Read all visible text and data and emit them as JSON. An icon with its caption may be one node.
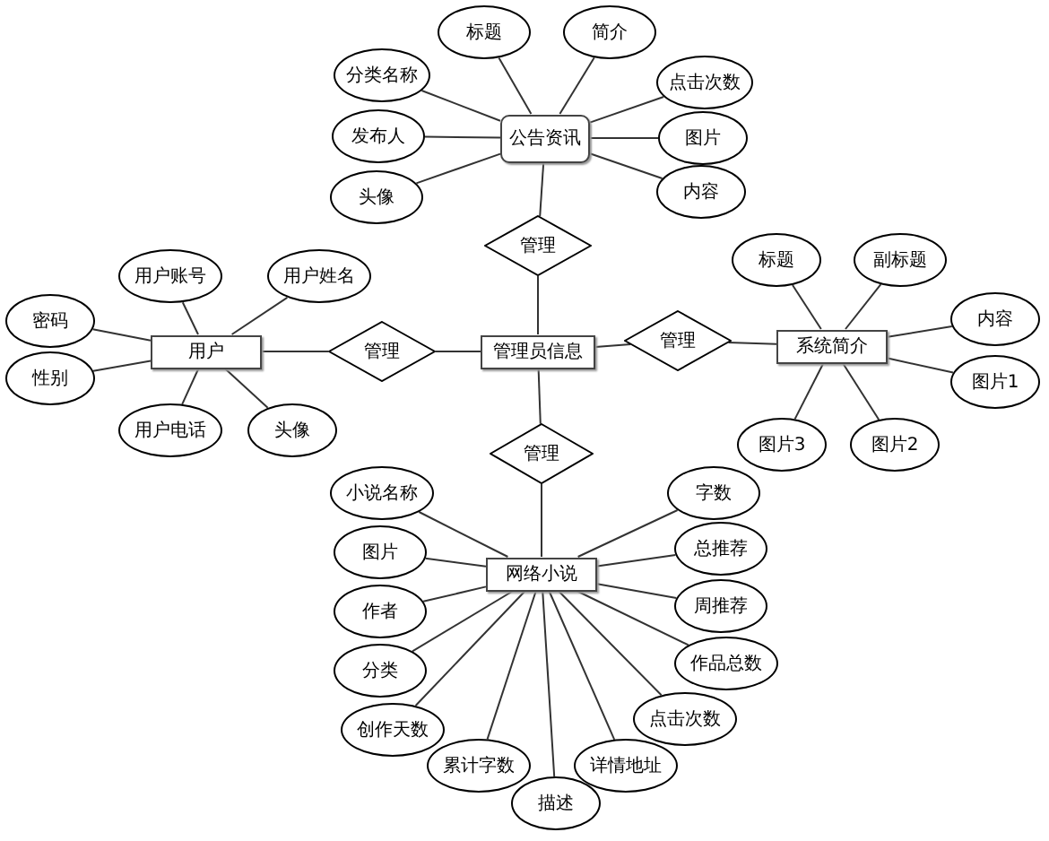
{
  "diagram": {
    "nodes": [
      {
        "text": [
          "管理员信息"
        ]
      },
      {
        "text": [
          "公告资讯"
        ]
      },
      {
        "text": [
          "管理"
        ]
      },
      {
        "text": [
          "标题"
        ]
      },
      {
        "text": [
          "简介"
        ]
      },
      {
        "text": [
          "分类名称"
        ]
      },
      {
        "text": [
          "发布人"
        ]
      },
      {
        "text": [
          "头像"
        ]
      },
      {
        "text": [
          "点击次数"
        ]
      },
      {
        "text": [
          "图片"
        ]
      },
      {
        "text": [
          "内容"
        ]
      },
      {
        "text": [
          "用户"
        ]
      },
      {
        "text": [
          "管理"
        ]
      },
      {
        "text": [
          "用户账号"
        ]
      },
      {
        "text": [
          "用户姓名"
        ]
      },
      {
        "text": [
          "密码"
        ]
      },
      {
        "text": [
          "性别"
        ]
      },
      {
        "text": [
          "用户电话"
        ]
      },
      {
        "text": [
          "头像"
        ]
      },
      {
        "text": [
          "系统简介"
        ]
      },
      {
        "text": [
          "管理"
        ]
      },
      {
        "text": [
          "标题"
        ]
      },
      {
        "text": [
          "副标题"
        ]
      },
      {
        "text": [
          "内容"
        ]
      },
      {
        "text": [
          "图片1"
        ]
      },
      {
        "text": [
          "图片3"
        ]
      },
      {
        "text": [
          "图片2"
        ]
      },
      {
        "text": [
          "管理"
        ]
      },
      {
        "text": [
          "网络小说"
        ]
      },
      {
        "text": [
          "小说名称"
        ]
      },
      {
        "text": [
          "图片"
        ]
      },
      {
        "text": [
          "作者"
        ]
      },
      {
        "text": [
          "分类"
        ]
      },
      {
        "text": [
          "创作天数"
        ]
      },
      {
        "text": [
          "累计字数"
        ]
      },
      {
        "text": [
          "描述"
        ]
      },
      {
        "text": [
          "详情地址"
        ]
      },
      {
        "text": [
          "点击次数"
        ]
      },
      {
        "text": [
          "作品总数"
        ]
      },
      {
        "text": [
          "周推荐"
        ]
      },
      {
        "text": [
          "总推荐"
        ]
      },
      {
        "text": [
          "字数"
        ]
      }
    ],
    "edges": [
      {
        "from": 0,
        "to": 2,
        "arrow": "none"
      },
      {
        "from": 2,
        "to": 1,
        "arrow": "none"
      },
      {
        "from": 1,
        "to": 3,
        "arrow": "none"
      },
      {
        "from": 1,
        "to": 4,
        "arrow": "none"
      },
      {
        "from": 1,
        "to": 5,
        "arrow": "none"
      },
      {
        "from": 1,
        "to": 6,
        "arrow": "none"
      },
      {
        "from": 1,
        "to": 7,
        "arrow": "none"
      },
      {
        "from": 1,
        "to": 8,
        "arrow": "none"
      },
      {
        "from": 1,
        "to": 9,
        "arrow": "none"
      },
      {
        "from": 1,
        "to": 10,
        "arrow": "none"
      },
      {
        "from": 11,
        "to": 12,
        "arrow": "none"
      },
      {
        "from": 12,
        "to": 0,
        "arrow": "none"
      },
      {
        "from": 11,
        "to": 13,
        "arrow": "none"
      },
      {
        "from": 11,
        "to": 14,
        "arrow": "none"
      },
      {
        "from": 11,
        "to": 15,
        "arrow": "none"
      },
      {
        "from": 11,
        "to": 16,
        "arrow": "none"
      },
      {
        "from": 11,
        "to": 17,
        "arrow": "none"
      },
      {
        "from": 11,
        "to": 18,
        "arrow": "none"
      },
      {
        "from": 0,
        "to": 20,
        "arrow": "none"
      },
      {
        "from": 20,
        "to": 19,
        "arrow": "none"
      },
      {
        "from": 19,
        "to": 21,
        "arrow": "none"
      },
      {
        "from": 19,
        "to": 22,
        "arrow": "none"
      },
      {
        "from": 19,
        "to": 23,
        "arrow": "none"
      },
      {
        "from": 19,
        "to": 24,
        "arrow": "none"
      },
      {
        "from": 19,
        "to": 25,
        "arrow": "none"
      },
      {
        "from": 19,
        "to": 26,
        "arrow": "none"
      },
      {
        "from": 0,
        "to": 27,
        "arrow": "none"
      },
      {
        "from": 27,
        "to": 28,
        "arrow": "none"
      },
      {
        "from": 28,
        "to": 29,
        "arrow": "none"
      },
      {
        "from": 28,
        "to": 30,
        "arrow": "none"
      },
      {
        "from": 28,
        "to": 31,
        "arrow": "none"
      },
      {
        "from": 28,
        "to": 32,
        "arrow": "none"
      },
      {
        "from": 28,
        "to": 33,
        "arrow": "none"
      },
      {
        "from": 28,
        "to": 34,
        "arrow": "none"
      },
      {
        "from": 28,
        "to": 35,
        "arrow": "none"
      },
      {
        "from": 28,
        "to": 36,
        "arrow": "none"
      },
      {
        "from": 28,
        "to": 37,
        "arrow": "none"
      },
      {
        "from": 28,
        "to": 38,
        "arrow": "none"
      },
      {
        "from": 28,
        "to": 39,
        "arrow": "none"
      },
      {
        "from": 28,
        "to": 40,
        "arrow": "none"
      },
      {
        "from": 28,
        "to": 41,
        "arrow": "none"
      }
    ]
  }
}
